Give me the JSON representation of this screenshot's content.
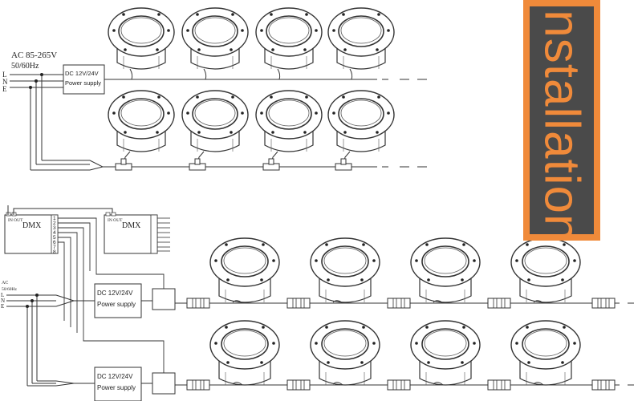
{
  "banner": {
    "text": "installation"
  },
  "top_diagram": {
    "ac_label": "AC 85-265V",
    "freq_label": "50/60Hz",
    "terminals": [
      "L",
      "N",
      "E"
    ],
    "power_supply": {
      "line1": "DC 12V/24V",
      "line2": "Power supply"
    }
  },
  "bottom_diagram": {
    "dmx_left": {
      "title": "DMX",
      "ports": "IN OUT"
    },
    "dmx_right": {
      "title": "DMX",
      "ports": "IN OUT"
    },
    "channels": [
      "1",
      "2",
      "3",
      "4",
      "5",
      "6",
      "7",
      "8"
    ],
    "ac_label": "AC",
    "freq_label": "50/60Hz",
    "terminals": [
      "L",
      "N",
      "E"
    ],
    "power_supply_1": {
      "line1": "DC 12V/24V",
      "line2": "Power supply"
    },
    "power_supply_2": {
      "line1": "DC 12V/24V",
      "line2": "Power supply"
    }
  },
  "colors": {
    "banner_orange": "#f08a3a",
    "banner_gray": "#4a4a4a",
    "line": "#333333"
  }
}
